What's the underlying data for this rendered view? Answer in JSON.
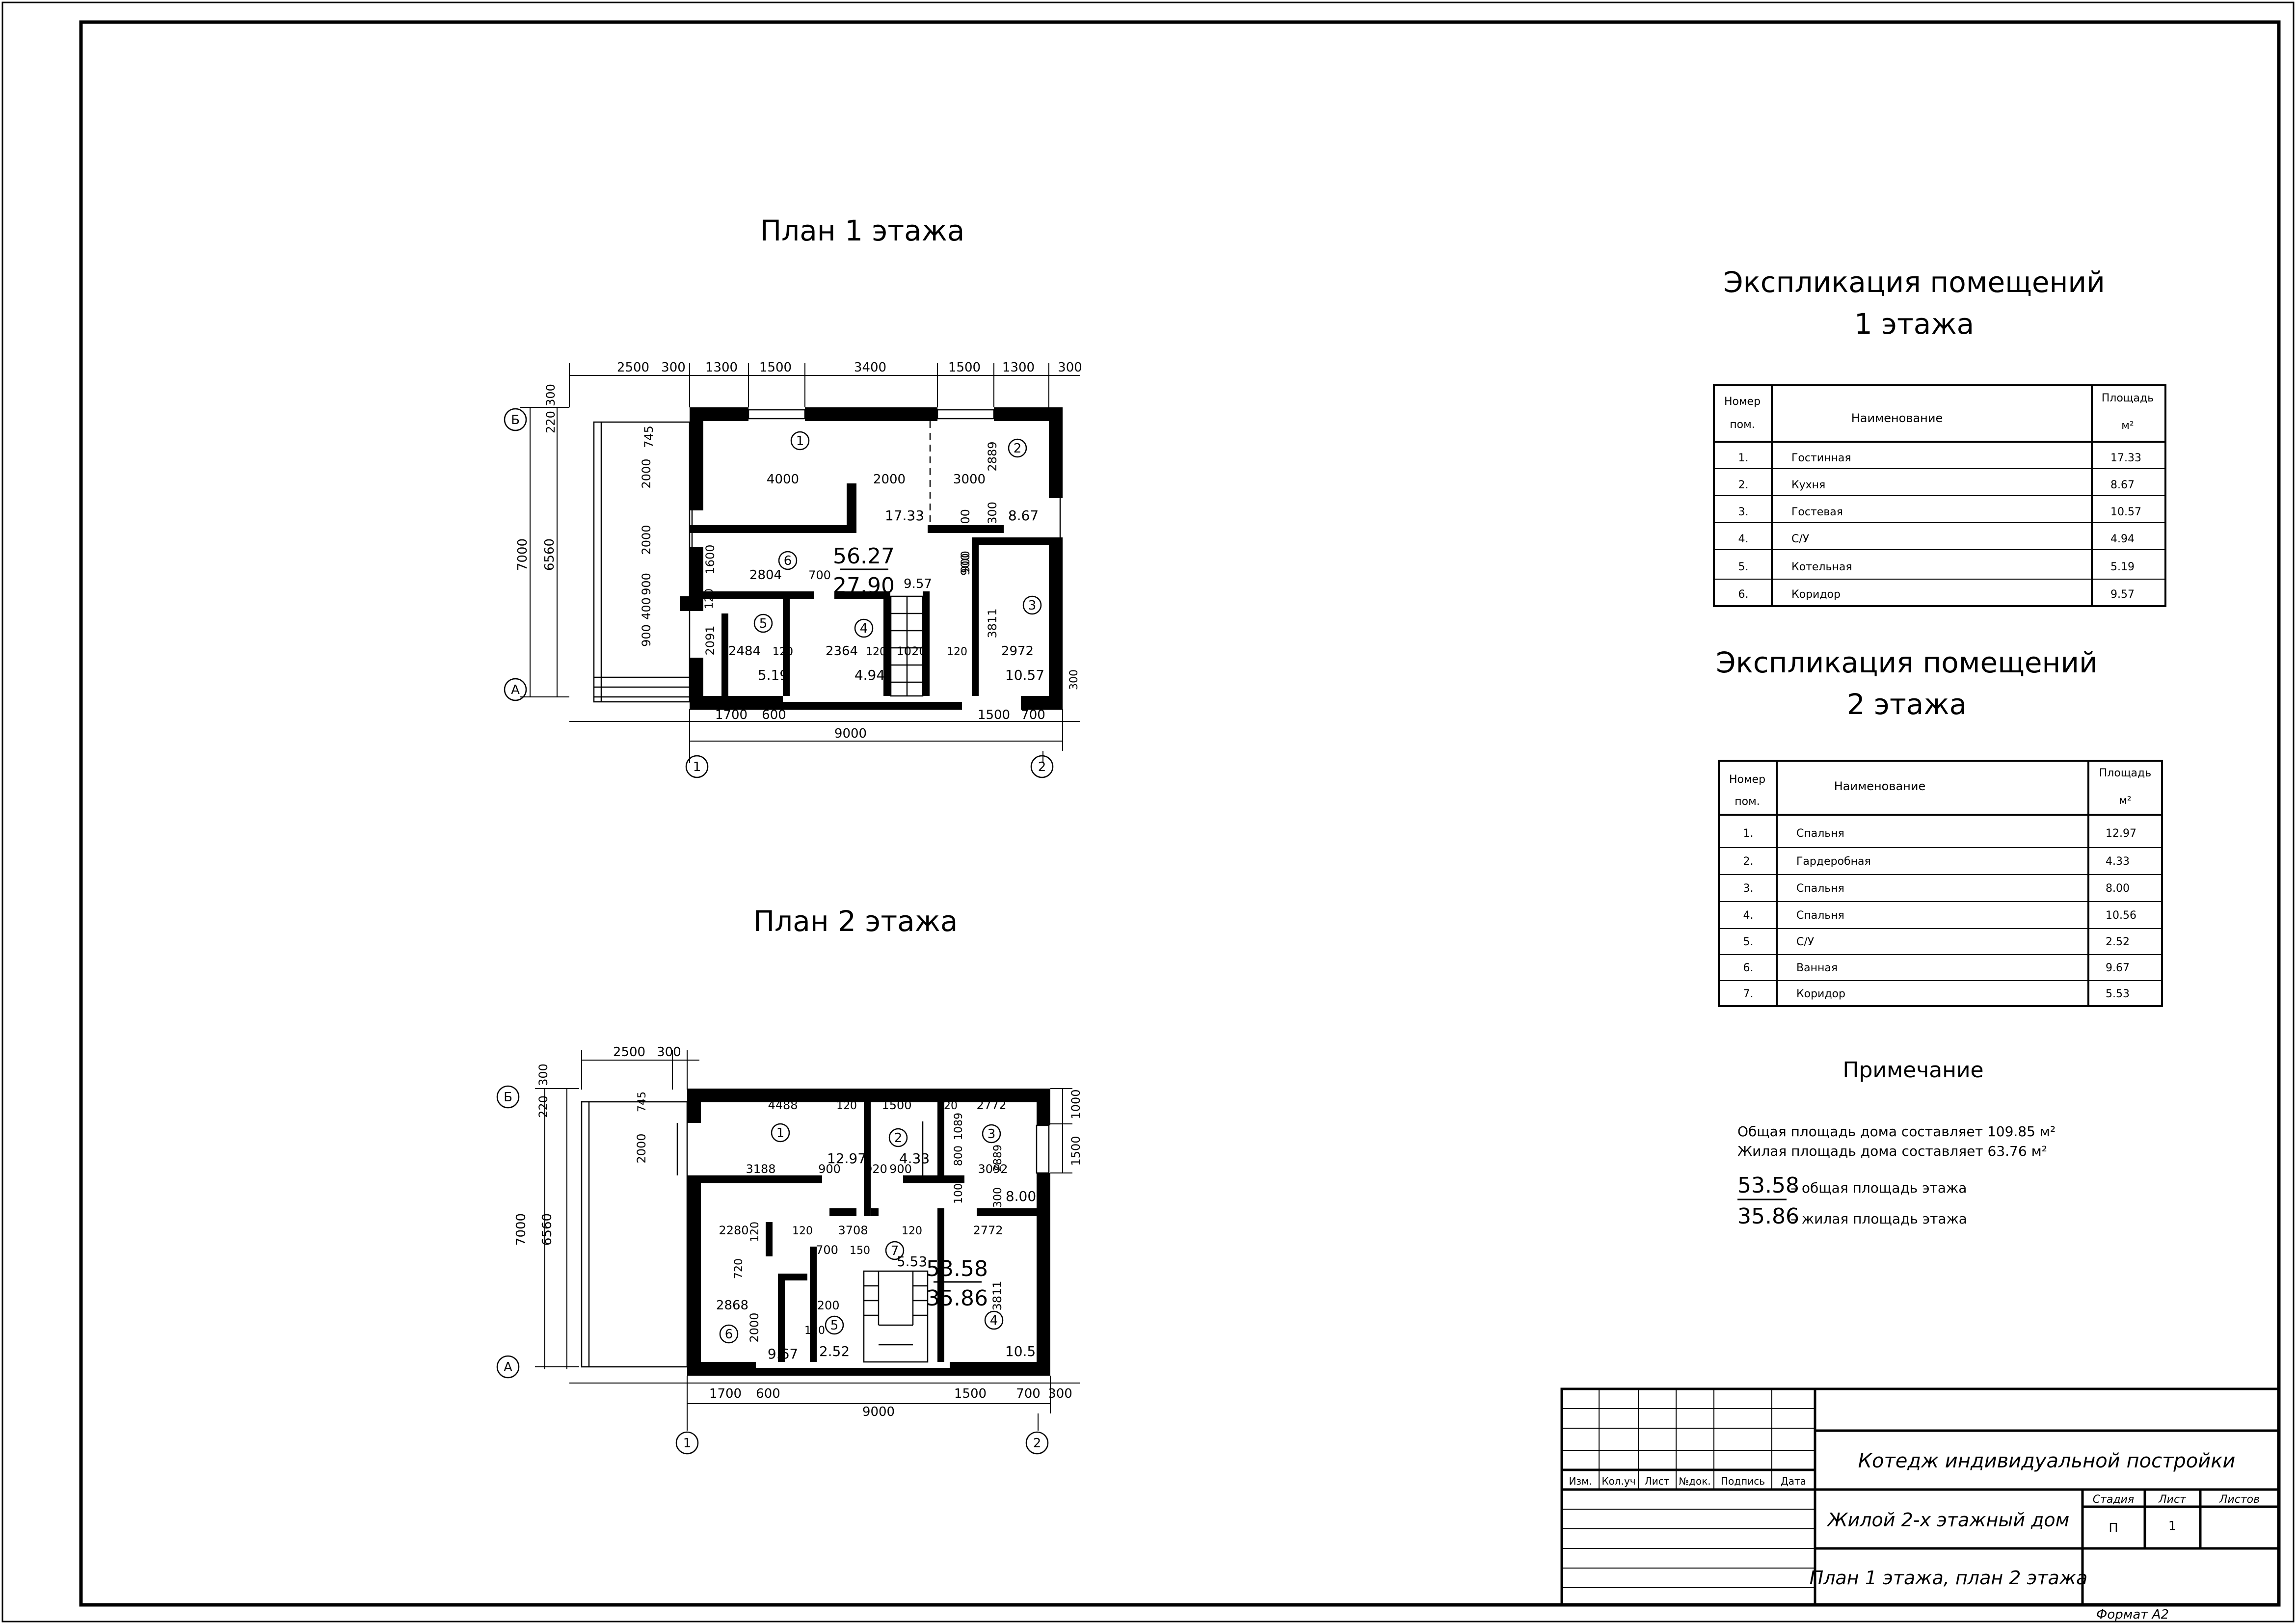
{
  "plan1": {
    "title": "План 1 этажа",
    "dims_top": [
      "2500",
      "300",
      "1300",
      "1500",
      "3400",
      "1500",
      "1300",
      "300"
    ],
    "dims_bottom": [
      "1700",
      "600",
      "1500",
      "700"
    ],
    "total_width": "9000",
    "dims_left": [
      "300",
      "220",
      "7000",
      "6560",
      "2000",
      "2000",
      "900",
      "400",
      "900"
    ],
    "inner_dims": [
      "745",
      "4000",
      "2000",
      "3000",
      "2889",
      "100",
      "300",
      "1600",
      "900",
      "120",
      "2804",
      "700",
      "900",
      "120",
      "2091",
      "2484",
      "120",
      "2364",
      "120",
      "1020",
      "120",
      "3811",
      "2972",
      "300"
    ],
    "room_areas": [
      "17.33",
      "8.67",
      "9.57",
      "5.19",
      "4.94",
      "10.57"
    ],
    "total_area": "56.27",
    "living_area": "27.90",
    "room_numbers": [
      "1",
      "2",
      "3",
      "4",
      "5",
      "6"
    ],
    "axis_rows": [
      "Б",
      "А"
    ],
    "axis_cols": [
      "1",
      "2"
    ]
  },
  "plan2": {
    "title": "План 2 этажа",
    "dims_top": [
      "2500",
      "300"
    ],
    "dims_bottom": [
      "1700",
      "600",
      "1500",
      "700",
      "300"
    ],
    "total_width": "9000",
    "dims_left": [
      "300",
      "220",
      "7000",
      "6560",
      "2000"
    ],
    "dims_right": [
      "1000",
      "1500"
    ],
    "inner_dims": [
      "745",
      "4488",
      "120",
      "1500",
      "120",
      "2772",
      "3188",
      "900",
      "920",
      "900",
      "1089",
      "800",
      "1000",
      "3092",
      "2889",
      "300",
      "2280",
      "120",
      "120",
      "3708",
      "120",
      "2772",
      "720",
      "700",
      "150",
      "1200",
      "2868",
      "2000",
      "120",
      "3811"
    ],
    "room_areas": [
      "12.97",
      "4.33",
      "8.00",
      "5.53",
      "9.67",
      "2.52",
      "10.56"
    ],
    "total_area": "53.58",
    "living_area": "35.86",
    "room_numbers": [
      "1",
      "2",
      "3",
      "4",
      "5",
      "6",
      "7"
    ],
    "axis_rows": [
      "Б",
      "А"
    ],
    "axis_cols": [
      "1",
      "2"
    ]
  },
  "expl1": {
    "title_line1": "Экспликация помещений",
    "title_line2": "1 этажа",
    "header_num_line1": "Номер",
    "header_num_line2": "пом.",
    "header_name": "Наименование",
    "header_area_line1": "Площадь",
    "header_area_line2": "м²",
    "rows": [
      {
        "num": "1.",
        "name": "Гостинная",
        "area": "17.33"
      },
      {
        "num": "2.",
        "name": "Кухня",
        "area": "8.67"
      },
      {
        "num": "3.",
        "name": "Гостевая",
        "area": "10.57"
      },
      {
        "num": "4.",
        "name": "С/У",
        "area": "4.94"
      },
      {
        "num": "5.",
        "name": "Котельная",
        "area": "5.19"
      },
      {
        "num": "6.",
        "name": "Коридор",
        "area": "9.57"
      }
    ]
  },
  "expl2": {
    "title_line1": "Экспликация помещений",
    "title_line2": "2 этажа",
    "header_num_line1": "Номер",
    "header_num_line2": "пом.",
    "header_name": "Наименование",
    "header_area_line1": "Площадь",
    "header_area_line2": "м²",
    "rows": [
      {
        "num": "1.",
        "name": "Спальня",
        "area": "12.97"
      },
      {
        "num": "2.",
        "name": "Гардеробная",
        "area": "4.33"
      },
      {
        "num": "3.",
        "name": "Спальня",
        "area": "8.00"
      },
      {
        "num": "4.",
        "name": "Спальня",
        "area": "10.56"
      },
      {
        "num": "5.",
        "name": "С/У",
        "area": "2.52"
      },
      {
        "num": "6.",
        "name": "Ванная",
        "area": "9.67"
      },
      {
        "num": "7.",
        "name": "Коридор",
        "area": "5.53"
      }
    ]
  },
  "note": {
    "title": "Примечание",
    "line1": "Общая площадь дома составляет 109.85 м²",
    "line2": "Жилая площадь дома составляет 63.76 м²",
    "legend_total_value": "53.58",
    "legend_total_text": "– общая площадь этажа",
    "legend_living_value": "35.86",
    "legend_living_text": "– жилая площадь этажа"
  },
  "stamp": {
    "project": "Котедж индивидуальной постройки",
    "building": "Жилой 2-х этажный дом",
    "sheet_title": "План 1 этажа, план 2 этажа",
    "col_headers": [
      "Изм.",
      "Кол.уч",
      "Лист",
      "№док.",
      "Подпись",
      "Дата"
    ],
    "stage_label": "Стадия",
    "sheet_label": "Лист",
    "sheets_label": "Листов",
    "stage_value": "П",
    "sheet_value": "1"
  },
  "format_label": "Формат А2"
}
